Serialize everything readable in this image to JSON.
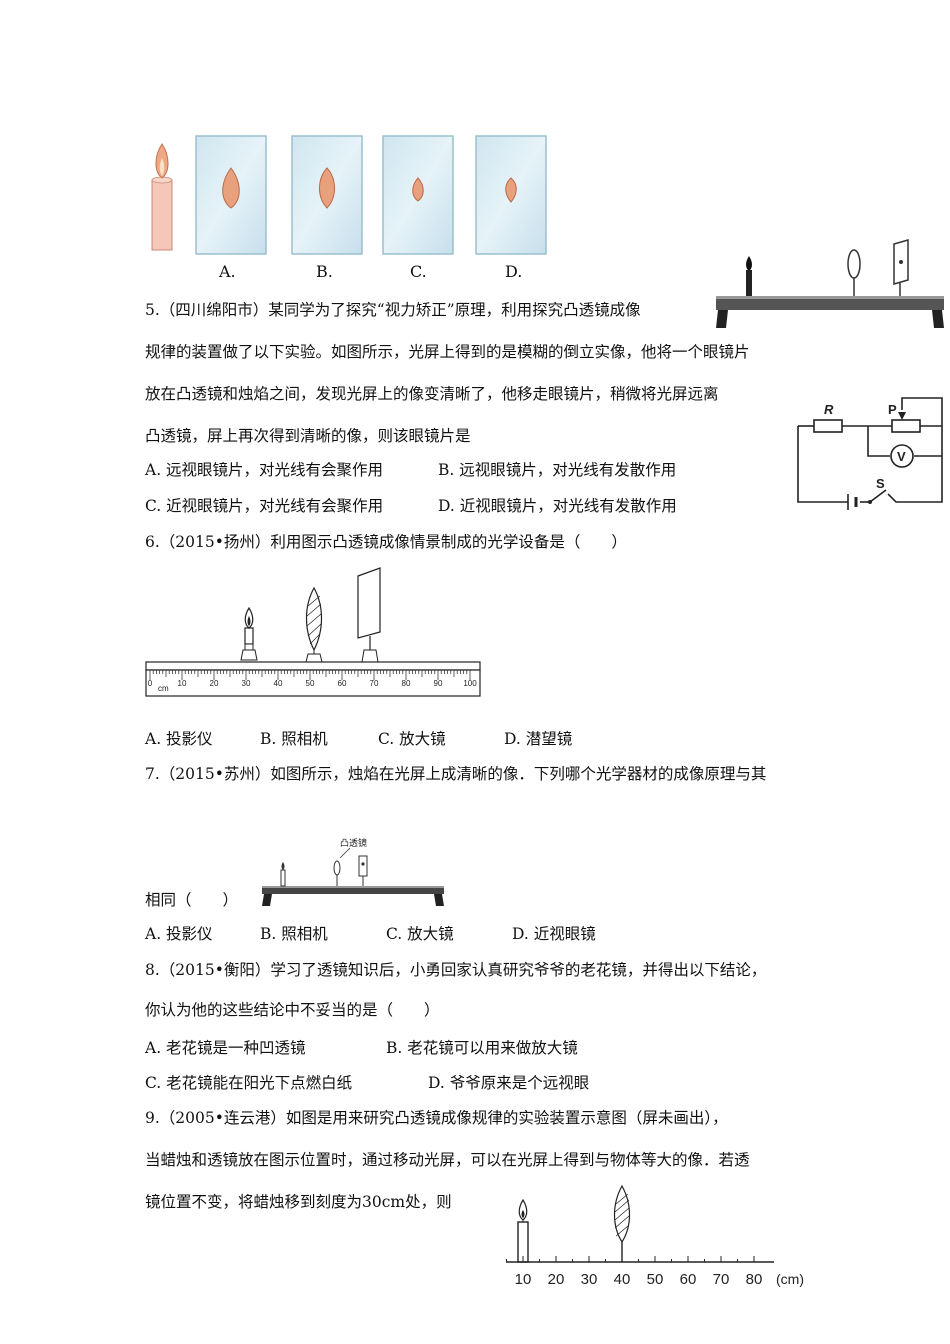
{
  "figure_candles": {
    "labels": [
      "A.",
      "B.",
      "C.",
      "D."
    ]
  },
  "q5": {
    "lines": [
      "5.（四川绵阳市）某同学为了探究“视力矫正”原理，利用探究凸透镜成像",
      "规律的装置做了以下实验。如图所示，光屏上得到的是模糊的倒立实像，他将一个眼镜片",
      "放在凸透镜和烛焰之间，发现光屏上的像变清晰了，他移走眼镜片，稍微将光屏远离",
      "凸透镜，屏上再次得到清晰的像，则该眼镜片是"
    ],
    "options": [
      "A. 远视眼镜片，对光线有会聚作用",
      "B. 远视眼镜片，对光线有发散作用",
      "C. 近视眼镜片，对光线有会聚作用",
      "D. 近视眼镜片，对光线有发散作用"
    ]
  },
  "circuit": {
    "labels": [
      "R",
      "P",
      "V",
      "S"
    ]
  },
  "q6": {
    "stem": "6.（2015•扬州）利用图示凸透镜成像情景制成的光学设备是（　　）",
    "options": [
      "A. 投影仪",
      "B. 照相机",
      "C. 放大镜",
      "D. 潜望镜"
    ],
    "ruler_ticks": [
      "0",
      "10",
      "20",
      "30",
      "40",
      "50",
      "60",
      "70",
      "80",
      "90",
      "100"
    ],
    "ruler_unit": "cm"
  },
  "q7": {
    "stem": "7.（2015•苏州）如图所示，烛焰在光屏上成清晰的像．下列哪个光学器材的成像原理与其",
    "stem_end": "相同（　　）",
    "lens_label": "凸透镜",
    "options": [
      "A. 投影仪",
      "B. 照相机",
      "C. 放大镜",
      "D. 近视眼镜"
    ]
  },
  "q8": {
    "lines": [
      "8.（2015•衡阳）学习了透镜知识后，小勇回家认真研究爷爷的老花镜，并得出以下结论，",
      "你认为他的这些结论中不妥当的是（　　）"
    ],
    "options": [
      "A. 老花镜是一种凹透镜",
      "B. 老花镜可以用来做放大镜",
      "C. 老花镜能在阳光下点燃白纸",
      "D. 爷爷原来是个远视眼"
    ]
  },
  "q9": {
    "lines": [
      "9.（2005•连云港）如图是用来研究凸透镜成像规律的实验装置示意图（屏未画出），",
      "当蜡烛和透镜放在图示位置时，通过移动光屏，可以在光屏上得到与物体等大的像．若透",
      "镜位置不变，将蜡烛移到刻度为30cm处，则"
    ],
    "axis_ticks": [
      "10",
      "20",
      "30",
      "40",
      "50",
      "60",
      "70",
      "80"
    ],
    "axis_unit": "(cm)"
  }
}
